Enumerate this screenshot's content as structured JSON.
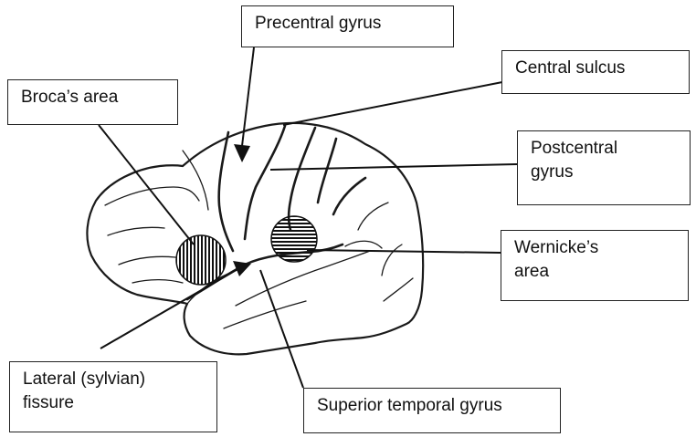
{
  "diagram": {
    "labels": {
      "precentral_gyrus": "Precentral gyrus",
      "central_sulcus": "Central sulcus",
      "brocas_area": "Broca’s area",
      "postcentral_gyrus": [
        "Postcentral",
        "gyrus"
      ],
      "wernickes_area": [
        "Wernicke’s",
        "area"
      ],
      "lateral_fissure": [
        "Lateral (sylvian)",
        "fissure"
      ],
      "superior_temporal_gyrus": "Superior temporal gyrus"
    },
    "colors": {
      "line": "#111111",
      "background": "#ffffff"
    }
  }
}
